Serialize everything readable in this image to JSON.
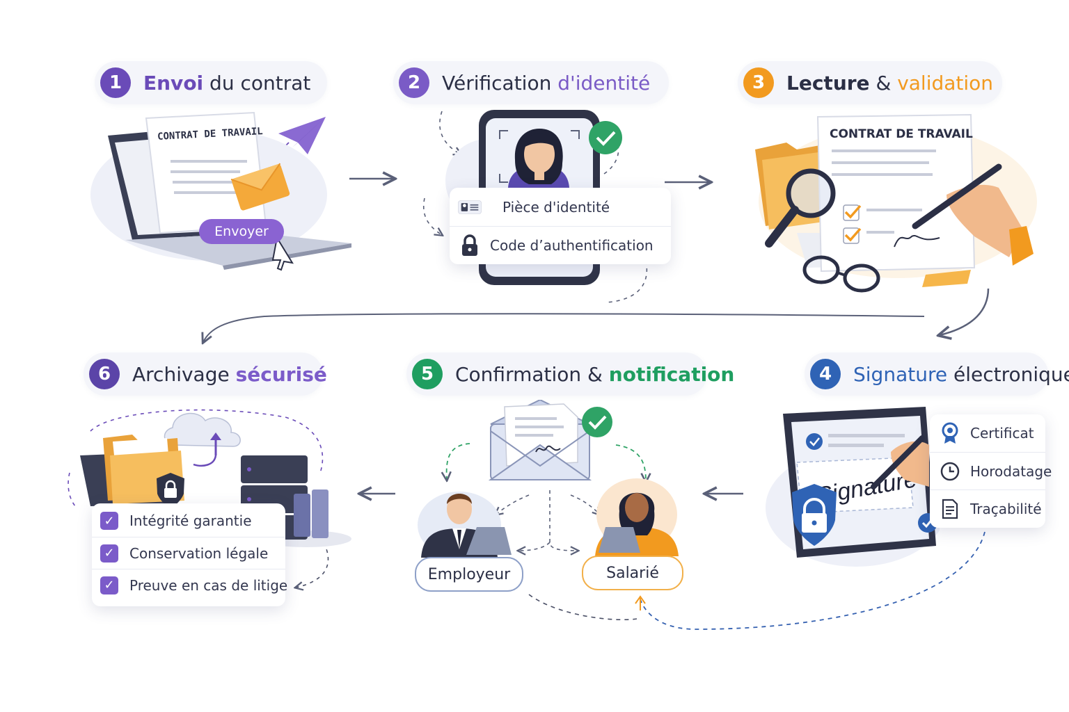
{
  "colors": {
    "step1": "#6a4bb8",
    "step2": "#7a5bc6",
    "step3": "#f29a1f",
    "step4": "#2f63b5",
    "step5": "#1f9e60",
    "step6": "#5b44a8",
    "accent_orange": "#f29a1f",
    "accent_green": "#2fa366",
    "accent_blue": "#2f63b5",
    "accent_purple": "#7b5bc9"
  },
  "steps": {
    "s1": {
      "number": "1",
      "title_a": "Envoi",
      "title_b": " du contrat",
      "doc_title": "CONTRAT DE TRAVAIL",
      "button_label": "Envoyer"
    },
    "s2": {
      "number": "2",
      "title_a": "Vérification ",
      "title_b": "d'identité",
      "items": [
        {
          "icon": "id-card-icon",
          "label": "Pièce d'identité"
        },
        {
          "icon": "lock-icon",
          "label": "Code d’authentification"
        }
      ]
    },
    "s3": {
      "number": "3",
      "title_a": "Lecture",
      "title_b": " & ",
      "title_c": "validation",
      "doc_title": "CONTRAT DE TRAVAIL"
    },
    "s4": {
      "number": "4",
      "title_a": "Signature",
      "title_b": " électronique",
      "signature_text": "Signature",
      "items": [
        {
          "icon": "certificate-icon",
          "label": "Certificat"
        },
        {
          "icon": "clock-icon",
          "label": "Horodatage"
        },
        {
          "icon": "document-icon",
          "label": "Traçabilité"
        }
      ]
    },
    "s5": {
      "number": "5",
      "title_a": "Confirmation & ",
      "title_b": "notification",
      "employer_label": "Employeur",
      "employee_label": "Salarié"
    },
    "s6": {
      "number": "6",
      "title_a": "Archivage ",
      "title_b": "sécurisé",
      "items": [
        {
          "icon": "checkbox-icon",
          "label": "Intégrité garantie"
        },
        {
          "icon": "checkbox-icon",
          "label": "Conservation légale"
        },
        {
          "icon": "checkbox-icon",
          "label": "Preuve en cas de litige"
        }
      ]
    }
  }
}
